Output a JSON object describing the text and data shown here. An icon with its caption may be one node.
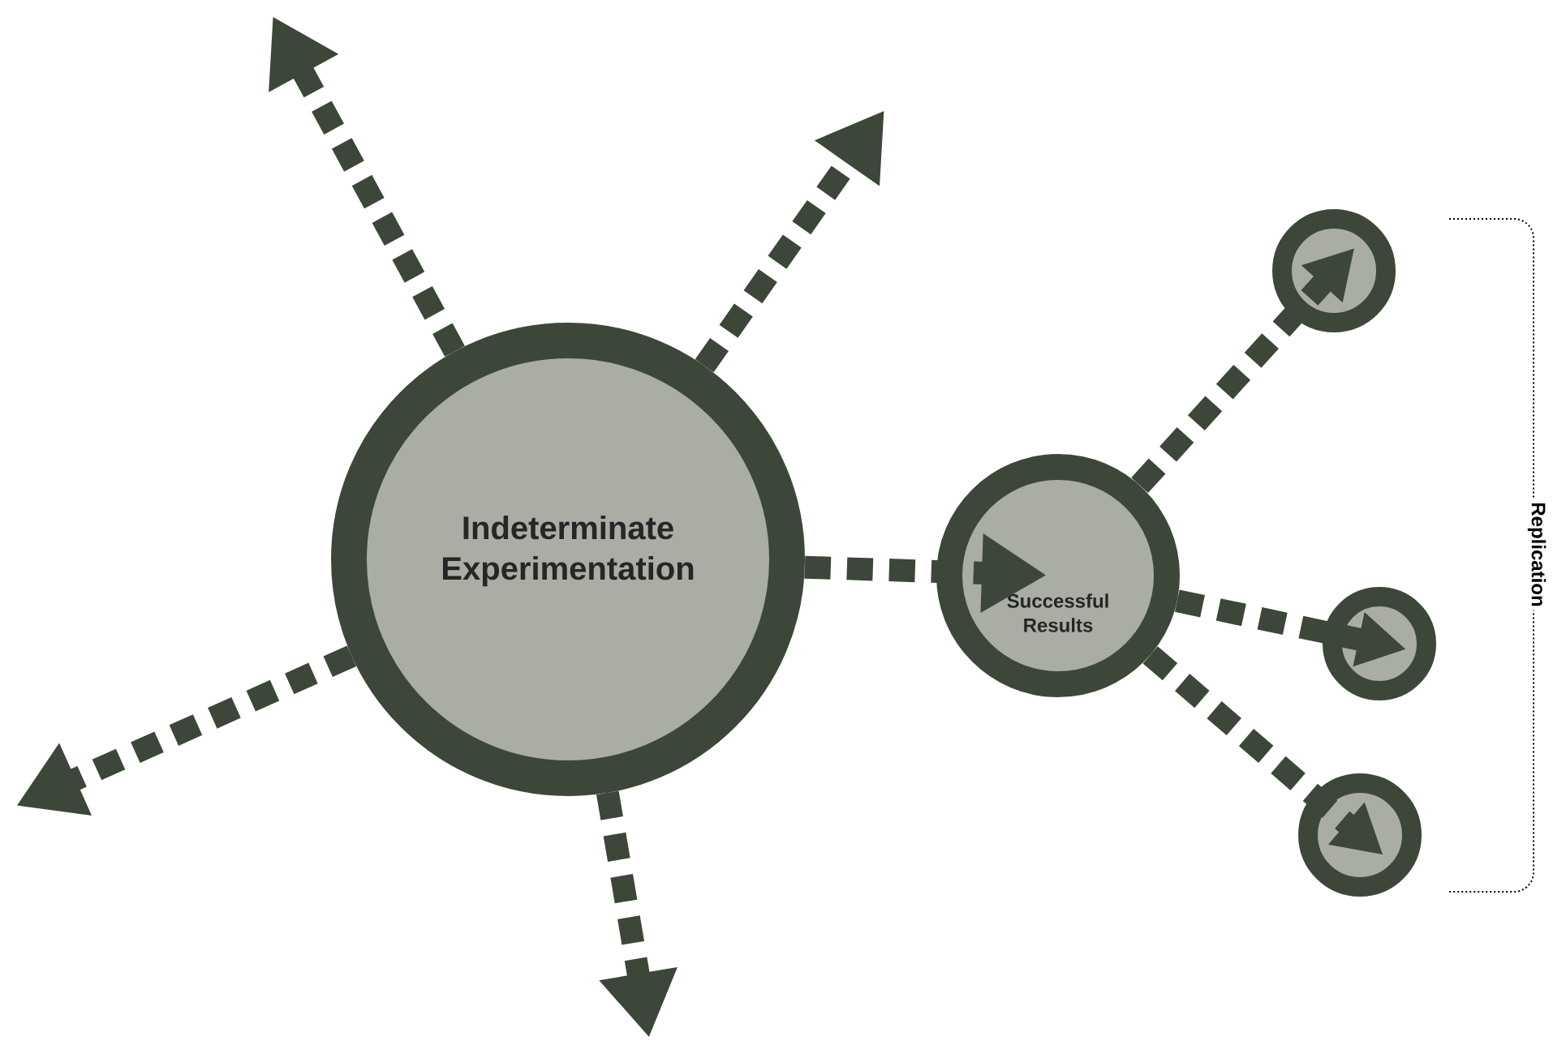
{
  "diagram": {
    "nodes": [
      {
        "text": [
          "Indeterminate Experimentation"
        ]
      },
      {
        "text": [
          "Successful Results"
        ]
      },
      {
        "text": [],
        "shape": "circle"
      },
      {
        "text": [],
        "shape": "circle"
      },
      {
        "text": [],
        "shape": "circle"
      }
    ],
    "edges": [
      {
        "from": 0,
        "to": null,
        "arrow": "to"
      },
      {
        "from": 0,
        "to": null,
        "arrow": "to"
      },
      {
        "from": 0,
        "to": null,
        "arrow": "to"
      },
      {
        "from": 0,
        "to": null,
        "arrow": "to"
      },
      {
        "from": 0,
        "to": 1,
        "arrow": "to"
      },
      {
        "from": 1,
        "to": 2,
        "arrow": "to"
      },
      {
        "from": 1,
        "to": 3,
        "arrow": "to"
      },
      {
        "from": 1,
        "to": 4,
        "arrow": "to"
      }
    ],
    "labels": [
      "Replication"
    ]
  }
}
